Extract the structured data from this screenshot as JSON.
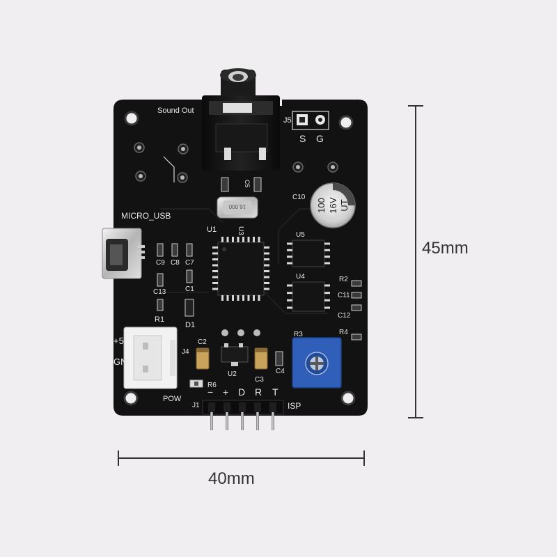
{
  "board": {
    "silkscreen": {
      "sound_out": "Sound Out",
      "micro_usb": "MICRO_USB",
      "j5": "J5",
      "s": "S",
      "g": "G",
      "c10": "C10",
      "u1": "U1",
      "u3": "U3",
      "u5": "U5",
      "u4": "U4",
      "c5": "C5",
      "c9": "C9",
      "c8": "C8",
      "c7": "C7",
      "c13": "C13",
      "c1": "C1",
      "r1": "R1",
      "d1": "D1",
      "r2": "R2",
      "c11": "C11",
      "c12": "C12",
      "r4": "R4",
      "r3": "R3",
      "c2": "C2",
      "u2": "U2",
      "c3": "C3",
      "c4": "C4",
      "j4": "J4",
      "plus5": "+5",
      "gnd": "GN",
      "pow": "POW",
      "r6": "R6",
      "j1": "J1",
      "isp": "ISP",
      "pin_minus": "−",
      "pin_plus": "+",
      "pin_d": "D",
      "pin_r": "R",
      "pin_t": "T"
    },
    "capacitor_marking": [
      "100",
      "16V",
      "UT"
    ],
    "crystal_marking": "16.000"
  },
  "dimensions": {
    "height_label": "45mm",
    "width_label": "40mm"
  },
  "colors": {
    "background": "#f0eef1",
    "pcb": "#121212",
    "silkscreen": "#e8e8e8",
    "potentiometer": "#2f5fb8",
    "connector": "#f2f2f2",
    "dimension_line": "#333333"
  }
}
